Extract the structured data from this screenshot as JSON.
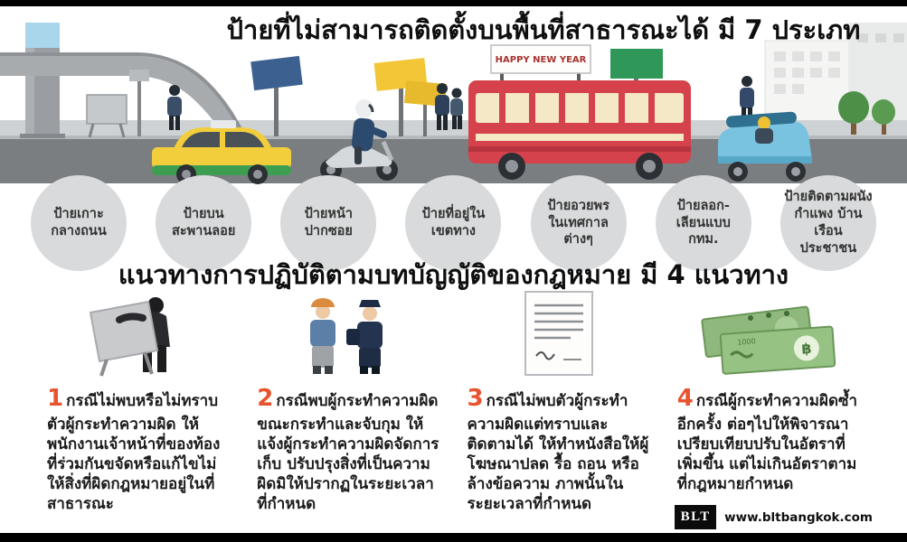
{
  "colors": {
    "accent": "#e8542f",
    "road": "#7b7e81",
    "circle_gray": "#d9dadb",
    "bus_red": "#d5424c"
  },
  "top": {
    "title": "ป้ายที่ไม่สามารถติดตั้งบนพื้นที่สาธารณะได้ มี 7 ประเภท",
    "bus_banner": "HAPPY NEW YEAR",
    "sign_types": [
      {
        "label": "ป้ายเกาะ\nกลางถนน"
      },
      {
        "label": "ป้ายบน\nสะพานลอย"
      },
      {
        "label": "ป้ายหน้า\nปากซอย"
      },
      {
        "label": "ป้ายที่อยู่ใน\nเขตทาง"
      },
      {
        "label": "ป้ายอวยพร\nในเทศกาล\nต่างๆ"
      },
      {
        "label": "ป้ายลอก-\nเลียนแบบ\nกทม."
      },
      {
        "label": "ป้ายติดตามผนัง\nกำแพง บ้านเรือน\nประชาชน"
      }
    ]
  },
  "bottom": {
    "title": "แนวทางการปฏิบัติตามบทบัญญัติของกฎหมาย มี 4 แนวทาง",
    "guidelines": [
      {
        "number": "1",
        "text": "กรณีไม่พบหรือไม่ทราบตัวผู้กระทำความผิด ให้พนักงานเจ้าหน้าที่ของท้องที่ร่วมกันขจัดหรือแก้ไขไม่ให้สิ่งที่ผิดกฎหมายอยู่ในที่สาธารณะ"
      },
      {
        "number": "2",
        "text": "กรณีพบผู้กระทำความผิดขณะกระทำและจับกุม ให้แจ้งผู้กระทำความผิดจัดการเก็บ ปรับปรุงสิ่งที่เป็นความผิดมิให้ปรากฏในระยะเวลาที่กำหนด"
      },
      {
        "number": "3",
        "text": "กรณีไม่พบตัวผู้กระทำความผิดแต่ทราบและติดตามได้ ให้ทำหนังสือให้ผู้โฆษณาปลด รื้อ ถอน หรือล้างข้อความ ภาพนั้นในระยะเวลาที่กำหนด"
      },
      {
        "number": "4",
        "text": "กรณีผู้กระทำความผิดซ้ำอีกครั้ง ต่อๆไปให้พิจารณาเปรียบเทียบปรับในอัตราที่เพิ่มขึ้น แต่ไม่เกินอัตราตามที่กฎหมายกำหนด"
      }
    ]
  },
  "footer": {
    "logo_text": "BLT",
    "website": "www.bltbangkok.com"
  }
}
